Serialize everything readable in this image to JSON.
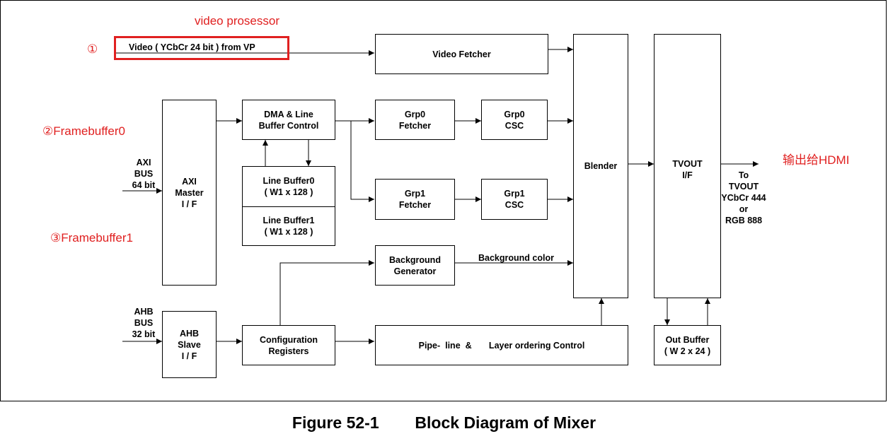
{
  "annotations": {
    "video_processor": "video prosessor",
    "marker1": "①",
    "framebuffer0": "②Framebuffer0",
    "framebuffer1": "③Framebuffer1",
    "hdmi_output": "输出给HDMI"
  },
  "inputs": {
    "video": "Video (   YCbCr 24 bit )    from VP",
    "axi_bus": "AXI\nBUS\n64 bit",
    "ahb_bus": "AHB\nBUS\n32 bit"
  },
  "blocks": {
    "video_fetcher": "Video Fetcher",
    "axi_master": "AXI\nMaster\nI / F",
    "dma": "DMA &  Line\nBuffer Control",
    "line_buffer0": "Line Buffer0\n( W1 x 128 )",
    "line_buffer1": "Line Buffer1\n( W1 x 128 )",
    "grp0_fetcher": "Grp0\nFetcher",
    "grp0_csc": "Grp0\nCSC",
    "grp1_fetcher": "Grp1\nFetcher",
    "grp1_csc": "Grp1\nCSC",
    "background_generator": "Background\nGenerator",
    "blender": "Blender",
    "tvout": "TVOUT\nI/F",
    "ahb_slave": "AHB\nSlave\nI / F",
    "config_registers": "Configuration\nRegisters",
    "pipeline": "Pipe-  line  &       Layer ordering Control",
    "out_buffer": "Out Buffer\n( W 2 x 24 )"
  },
  "labels": {
    "background_color": "Background color",
    "to_tvout": "To\nTVOUT\nYCbCr 444\nor\nRGB 888"
  },
  "caption": {
    "number": "Figure 52-1",
    "title": "Block Diagram of Mixer"
  }
}
